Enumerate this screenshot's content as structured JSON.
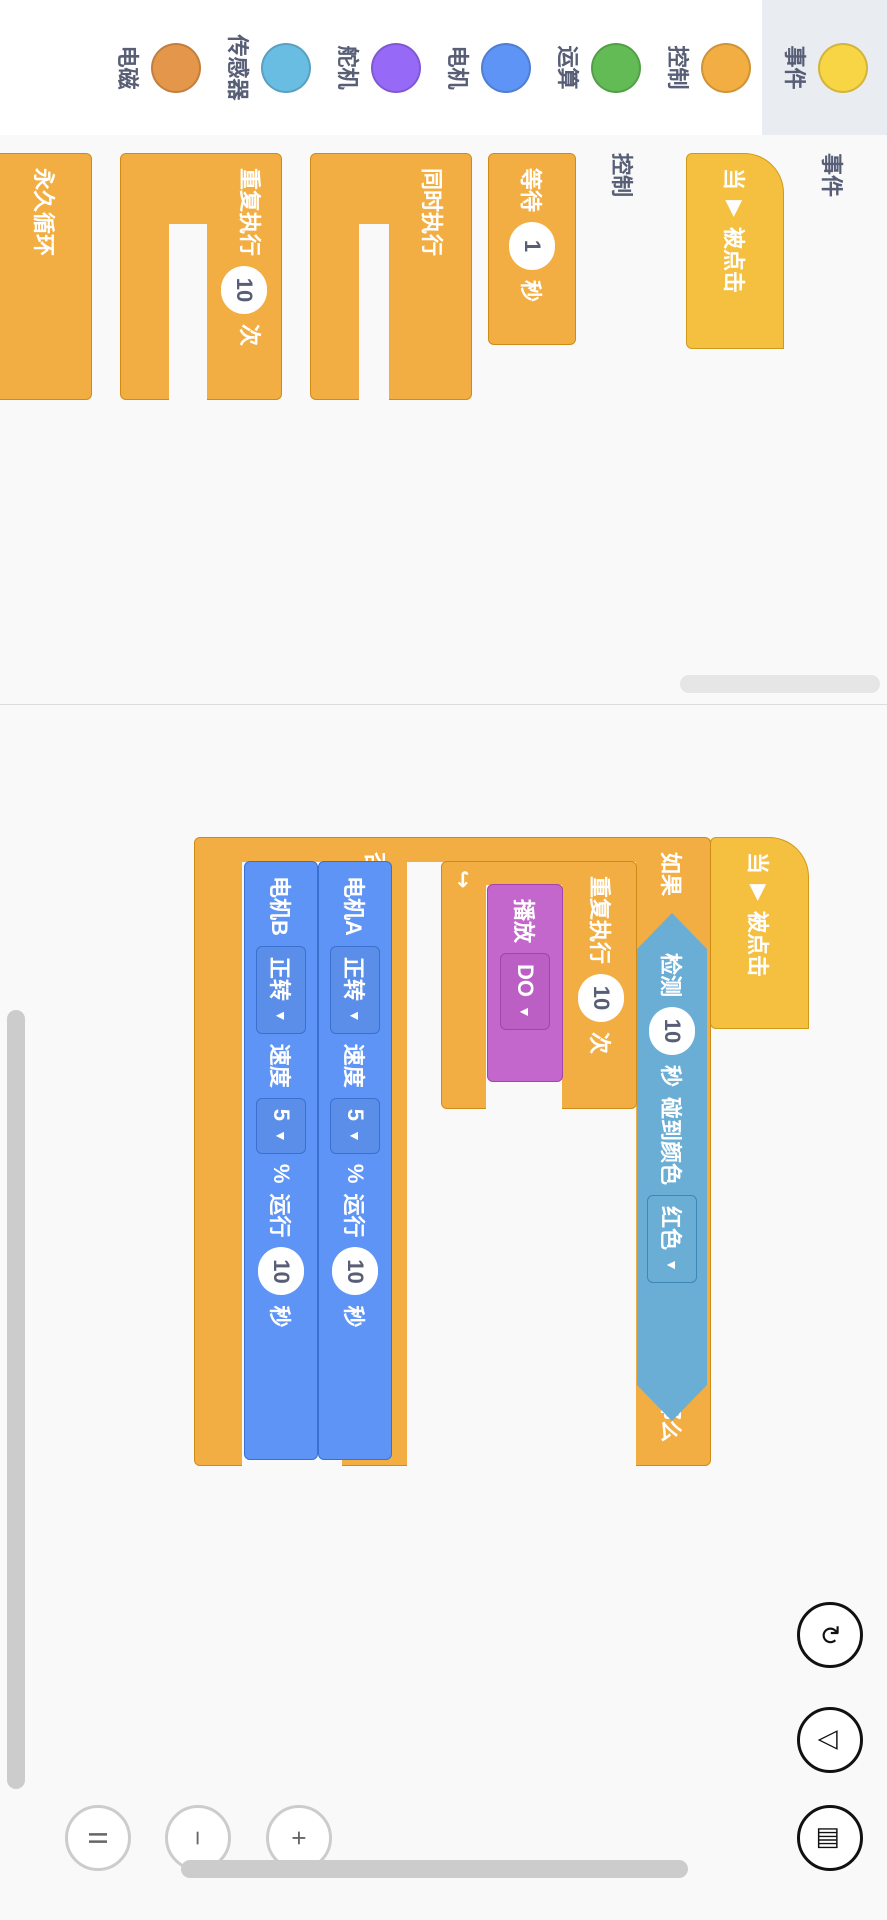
{
  "categories": [
    {
      "label": "事件",
      "color": "#f7d545",
      "selected": true
    },
    {
      "label": "控制",
      "color": "#f2ae42"
    },
    {
      "label": "运算",
      "color": "#62bb55"
    },
    {
      "label": "电机",
      "color": "#5e94f5"
    },
    {
      "label": "舵机",
      "color": "#9769f7"
    },
    {
      "label": "传感器",
      "color": "#6abde2"
    },
    {
      "label": "电磁",
      "color": "#e4964a"
    }
  ],
  "flyout": {
    "events_label": "事件",
    "control_label": "控制",
    "when_clicked": {
      "prefix": "当",
      "icon": "▶",
      "suffix": "被点击"
    },
    "wait": {
      "label": "等待",
      "value": "1",
      "unit": "秒"
    },
    "parallel": {
      "label": "同时执行"
    },
    "repeat": {
      "label": "重复执行",
      "value": "10",
      "unit": "次"
    },
    "forever": {
      "label": "永久循环"
    }
  },
  "script": {
    "hat": {
      "prefix": "当",
      "icon": "▶",
      "suffix": "被点击"
    },
    "if_label": "如果",
    "then_label": "那么",
    "else_label": "否则",
    "condition": {
      "label": "检测",
      "value": "10",
      "unit": "秒",
      "text": "碰到颜色",
      "color": "红色"
    },
    "repeat": {
      "label": "重复执行",
      "value": "10",
      "unit": "次"
    },
    "play": {
      "label": "播放",
      "note": "DO"
    },
    "motors": [
      {
        "name": "电机A",
        "direction": "正转",
        "speed_label": "速度",
        "speed": "5",
        "pct": "%",
        "run_label": "运行",
        "time": "10",
        "unit": "秒"
      },
      {
        "name": "电机B",
        "direction": "正转",
        "speed_label": "速度",
        "speed": "5",
        "pct": "%",
        "run_label": "运行",
        "time": "10",
        "unit": "秒"
      }
    ]
  },
  "controls": {
    "undo": "↻",
    "dropdown": "▽",
    "device": "▥",
    "pause": "II",
    "zoom_out": "−",
    "zoom_in": "+"
  }
}
